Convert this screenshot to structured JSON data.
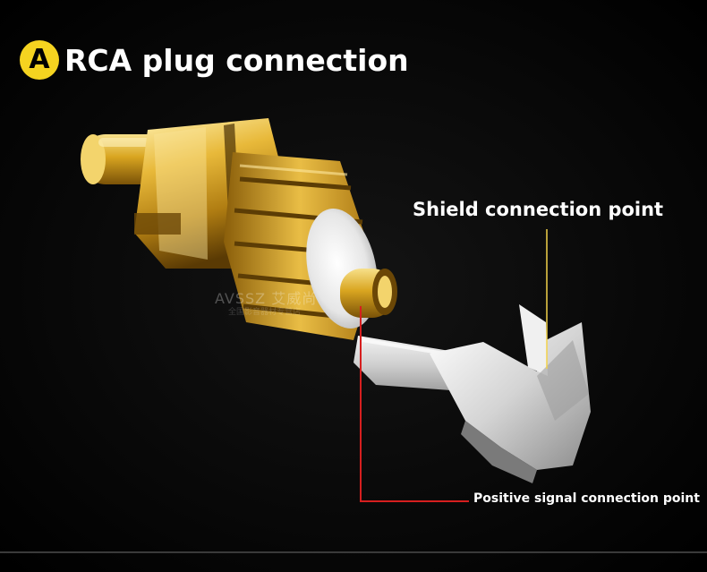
{
  "heading": {
    "badge": "A",
    "title": "RCA plug connection"
  },
  "callouts": {
    "shield": "Shield connection point",
    "signal": "Positive signal connection point"
  },
  "watermark": {
    "brand": "AVSSZ 艾威尚",
    "sub": "全国影音器材专营店"
  },
  "colors": {
    "background": "#000000",
    "badge": "#f5d320",
    "shield_line": "#f2d24a",
    "signal_line": "#d61f1f",
    "gold": "#d9a520",
    "silver": "#d8d8d8"
  }
}
